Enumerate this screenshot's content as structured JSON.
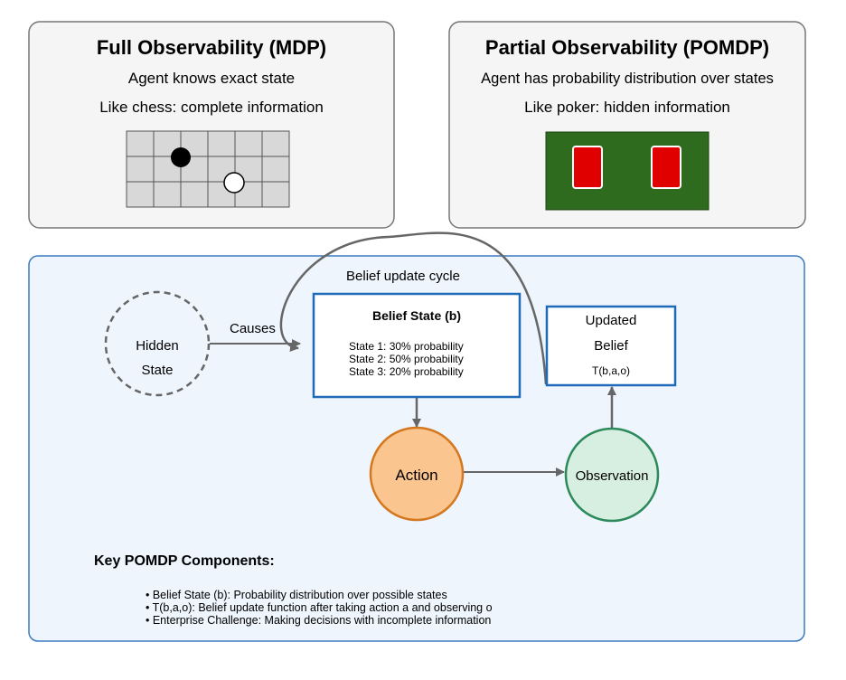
{
  "mdp": {
    "title": "Full Observability (MDP)",
    "line1": "Agent knows exact state",
    "line2": "Like chess: complete information"
  },
  "pomdp": {
    "title": "Partial Observability (POMDP)",
    "line1": "Agent has probability distribution over states",
    "line2": "Like poker: hidden information"
  },
  "cycle": {
    "label": "Belief update cycle",
    "hidden_state": [
      "Hidden",
      "State"
    ],
    "causes": "Causes",
    "belief_title": "Belief State (b)",
    "belief_lines": [
      "State 1: 30% probability",
      "State 2: 50% probability",
      "State 3: 20% probability"
    ],
    "updated_belief": [
      "Updated",
      "Belief"
    ],
    "update_fn": "T(b,a,o)",
    "action": "Action",
    "observation": "Observation"
  },
  "components": {
    "title": "Key POMDP Components:",
    "items": [
      "• Belief State (b): Probability distribution over possible states",
      "• T(b,a,o): Belief update function after taking action a and observing o",
      "• Enterprise Challenge: Making decisions with incomplete information"
    ]
  },
  "colors": {
    "panel_fill": "#f5f5f5",
    "panel_stroke": "#777777",
    "cycle_fill": "#eef5fd",
    "cycle_stroke": "#3a7ac0",
    "box_stroke": "#1f6bb8",
    "action_fill": "#fbc58f",
    "action_stroke": "#d4781f",
    "observation_fill": "#d7efe0",
    "observation_stroke": "#2c8a5a",
    "arrow": "#666666",
    "table": "#2f6b1e",
    "card": "#e00000"
  }
}
